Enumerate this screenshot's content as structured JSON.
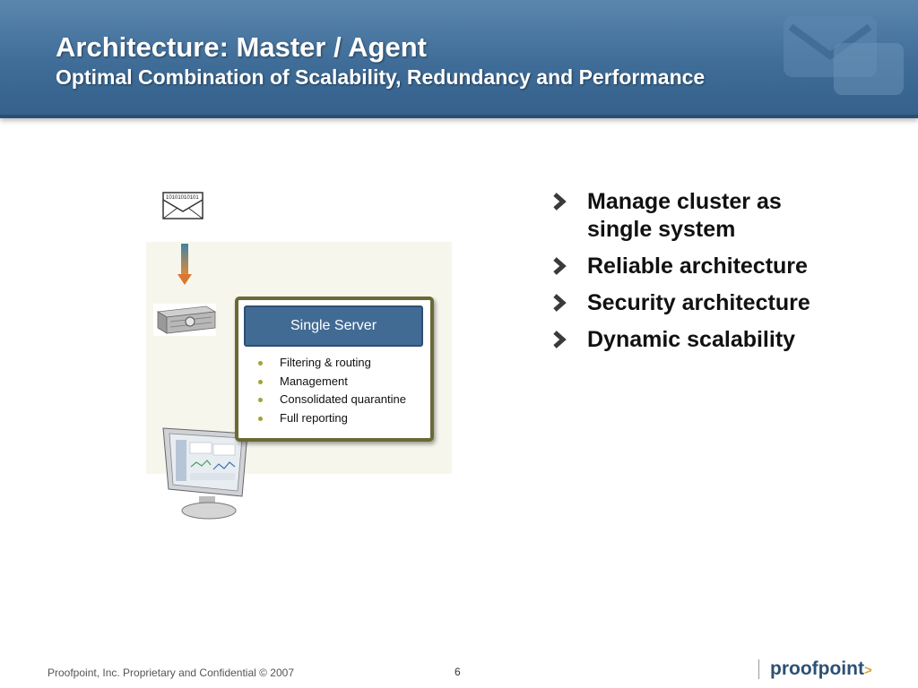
{
  "slide": {
    "title": "Architecture: Master / Agent",
    "subtitle": "Optimal Combination of Scalability, Redundancy and Performance"
  },
  "diagram": {
    "envelope_binary": "10101010101",
    "server_box_title": "Single Server",
    "server_features": [
      "Filtering & routing",
      "Management",
      "Consolidated quarantine",
      "Full reporting"
    ]
  },
  "bullets": [
    "Manage cluster as single system",
    "Reliable architecture",
    "Security architecture",
    "Dynamic scalability"
  ],
  "footer": {
    "confidential": "Proofpoint, Inc. Proprietary and Confidential © 2007",
    "page": "6",
    "brand": "proofpoint",
    "brand_mark": ">"
  },
  "colors": {
    "header_blue": "#3f6d98",
    "server_box_border": "#6b6a34",
    "server_box_header": "#426b94",
    "chevron": "#3a3a3a",
    "bullet_dot": "#a2a23a",
    "brand_orange": "#d8a33a"
  },
  "icons": {
    "header_logo": "envelope-logo-icon",
    "mail": "envelope-icon",
    "flow": "down-arrow-icon",
    "server": "server-icon",
    "monitor": "monitor-icon",
    "bullet": "chevron-right-icon"
  }
}
